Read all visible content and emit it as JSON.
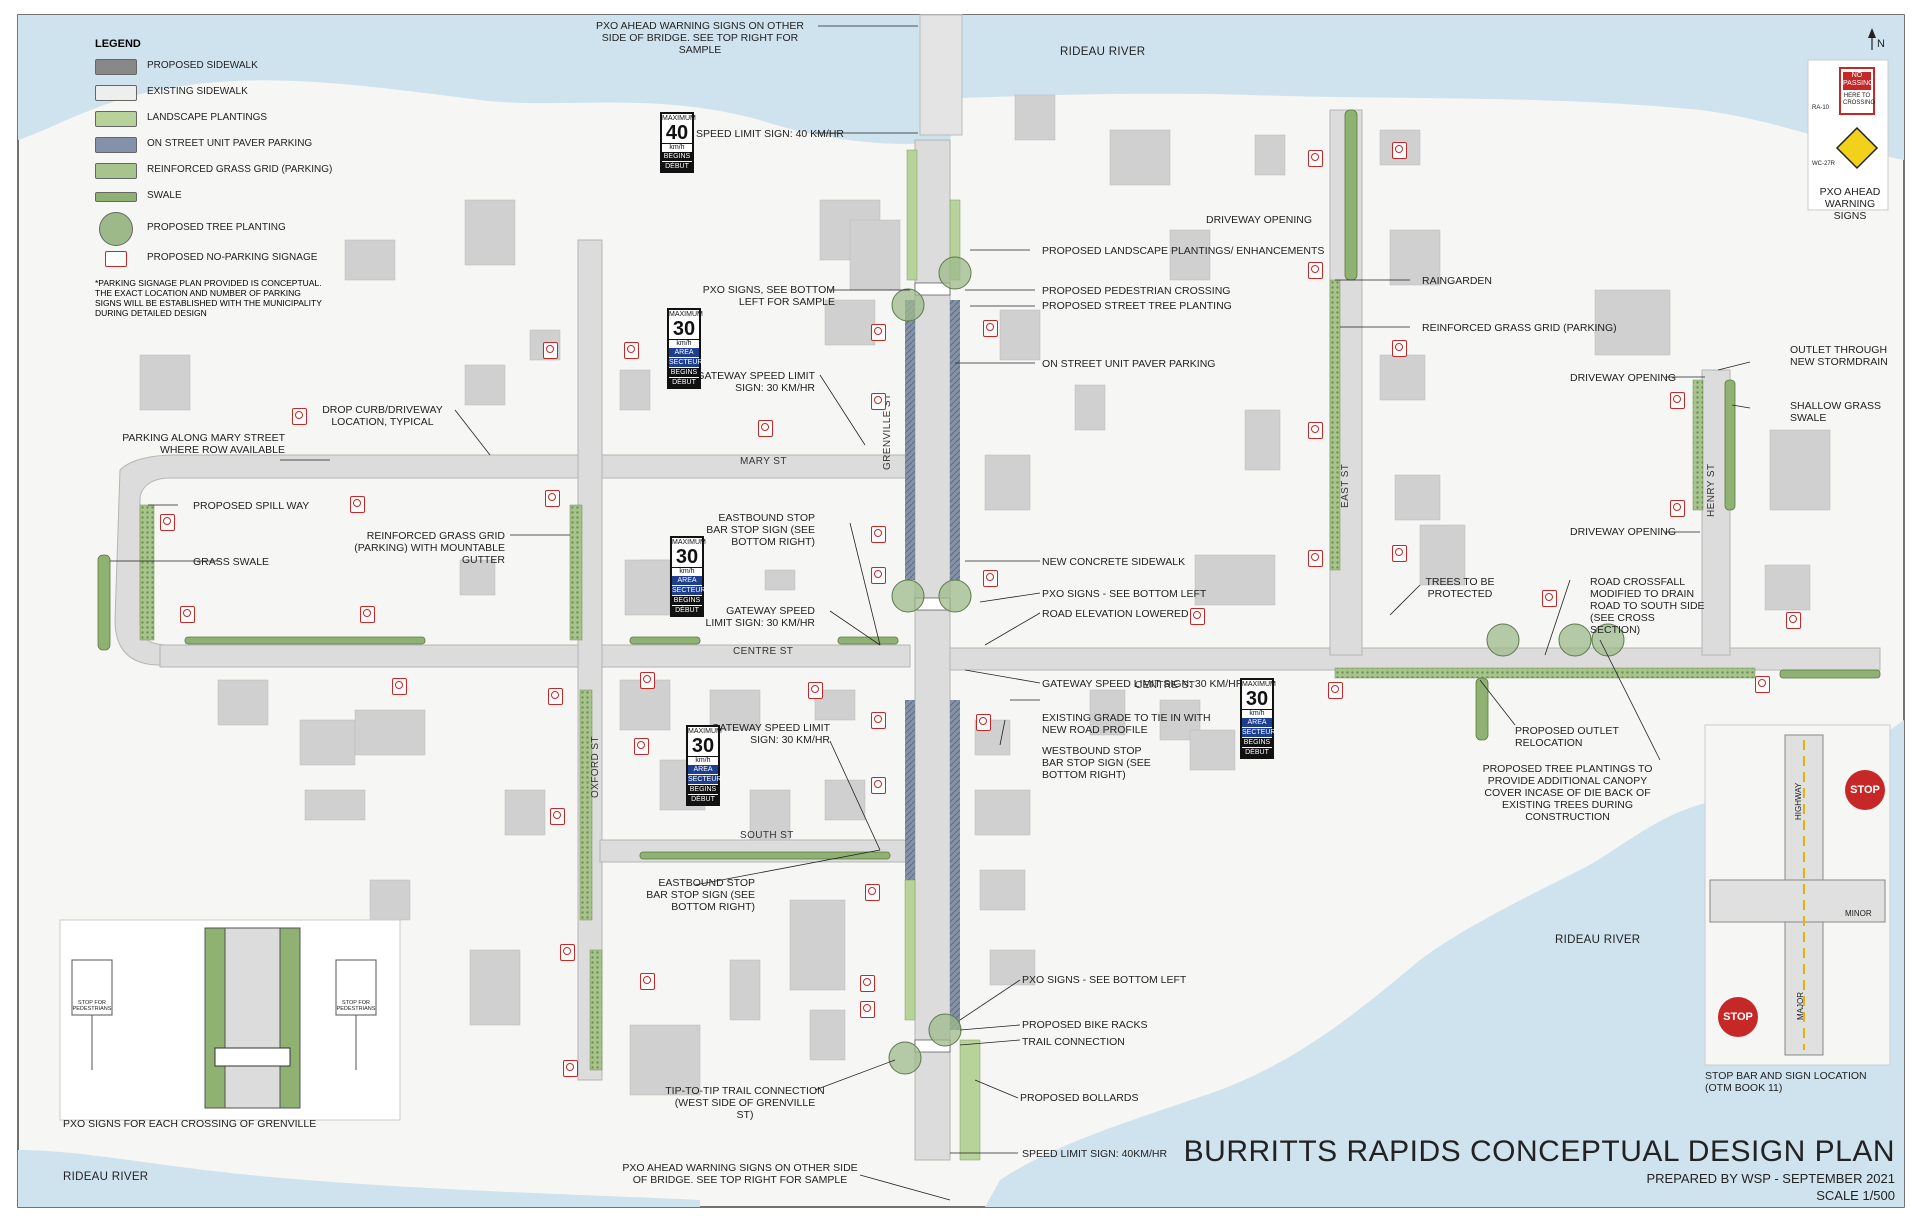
{
  "title": {
    "main": "BURRITTS RAPIDS CONCEPTUAL DESIGN PLAN",
    "prepared": "PREPARED BY WSP - SEPTEMBER 2021",
    "scale": "SCALE 1/500"
  },
  "north": "N",
  "legend": {
    "title": "LEGEND",
    "items": [
      "PROPOSED SIDEWALK",
      "EXISTING SIDEWALK",
      "LANDSCAPE PLANTINGS",
      "ON STREET UNIT PAVER PARKING",
      "REINFORCED GRASS GRID (PARKING)",
      "SWALE",
      "PROPOSED TREE PLANTING",
      "PROPOSED NO-PARKING SIGNAGE"
    ],
    "note": "*PARKING SIGNAGE PLAN PROVIDED IS CONCEPTUAL. THE EXACT LOCATION AND NUMBER OF PARKING SIGNS WILL BE ESTABLISHED WITH THE MUNICIPALITY DURING DETAILED DESIGN"
  },
  "rivers": [
    "RIDEAU RIVER",
    "RIDEAU RIVER",
    "RIDEAU RIVER"
  ],
  "streets": {
    "mary": "MARY ST",
    "centre_w": "CENTRE ST",
    "centre_e": "CENTRE ST",
    "south": "SOUTH ST",
    "grenville": "GRENVILLE ST",
    "oxford": "OXFORD ST",
    "east": "EAST ST",
    "henry": "HENRY ST"
  },
  "labels": {
    "pxo_top": "PXO AHEAD WARNING SIGNS ON OTHER SIDE OF BRIDGE. SEE TOP RIGHT FOR SAMPLE",
    "speed40": "SPEED LIMIT SIGN: 40 KM/HR",
    "driveway1": "DRIVEWAY OPENING",
    "landscape": "PROPOSED LANDSCAPE PLANTINGS/ ENHANCEMENTS",
    "pxo_signs_sample": "PXO SIGNS, SEE BOTTOM LEFT FOR SAMPLE",
    "ped_crossing": "PROPOSED PEDESTRIAN CROSSING",
    "street_tree": "PROPOSED STREET TREE PLANTING",
    "raingarden": "RAINGARDEN",
    "grass_grid_e": "REINFORCED GRASS GRID (PARKING)",
    "gateway_30_a": "GATEWAY SPEED LIMIT SIGN: 30 KM/HR",
    "paver_parking": "ON STREET UNIT PAVER PARKING",
    "outlet": "OUTLET THROUGH NEW STORMDRAIN",
    "driveway2": "DRIVEWAY OPENING",
    "shallow_swale": "SHALLOW GRASS SWALE",
    "drop_curb": "DROP CURB/DRIVEWAY LOCATION, TYPICAL",
    "parking_mary": "PARKING ALONG MARY STREET WHERE ROW AVAILABLE",
    "spill_way": "PROPOSED SPILL WAY",
    "eastbound1": "EASTBOUND STOP BAR STOP SIGN (SEE BOTTOM RIGHT)",
    "driveway3": "DRIVEWAY OPENING",
    "grass_grid_w": "REINFORCED GRASS GRID (PARKING) WITH MOUNTABLE GUTTER",
    "grass_swale": "GRASS SWALE",
    "new_sidewalk": "NEW CONCRETE SIDEWALK",
    "trees_protected": "TREES TO BE PROTECTED",
    "road_crossfall": "ROAD CROSSFALL MODIFIED TO DRAIN ROAD TO SOUTH SIDE (SEE CROSS SECTION)",
    "pxo_bottom_left1": "PXO SIGNS - SEE BOTTOM LEFT",
    "gateway_30_b": "GATEWAY SPEED LIMIT SIGN: 30 KM/HR",
    "road_elev": "ROAD ELEVATION LOWERED",
    "gateway_30_c": "GATEWAY SPEED LIMIT SIGN: 30 KM/HR",
    "existing_grade": "EXISTING GRADE TO TIE IN WITH NEW ROAD PROFILE",
    "westbound": "WESTBOUND STOP BAR STOP SIGN (SEE BOTTOM RIGHT)",
    "gateway_30_d": "GATEWAY SPEED LIMIT SIGN: 30 KM/HR",
    "outlet_reloc": "PROPOSED OUTLET RELOCATION",
    "tree_canopy": "PROPOSED TREE PLANTINGS TO PROVIDE ADDITIONAL CANOPY COVER INCASE OF DIE BACK OF EXISTING TREES DURING CONSTRUCTION",
    "eastbound2": "EASTBOUND STOP BAR STOP SIGN (SEE BOTTOM RIGHT)",
    "pxo_bottom_left2": "PXO SIGNS - SEE BOTTOM LEFT",
    "bike_racks": "PROPOSED BIKE RACKS",
    "trail_conn": "TRAIL CONNECTION",
    "tip_to_tip": "TIP-TO-TIP TRAIL CONNECTION (WEST SIDE OF GRENVILLE ST)",
    "bollards": "PROPOSED BOLLARDS",
    "pxo_bottom": "PXO AHEAD WARNING SIGNS ON OTHER SIDE OF BRIDGE. SEE TOP RIGHT FOR SAMPLE",
    "speed40_b": "SPEED LIMIT SIGN: 40KM/HR",
    "pxo_each": "PXO SIGNS FOR EACH CROSSING OF GRENVILLE",
    "pxo_ahead": "PXO AHEAD WARNING SIGNS",
    "stop_bar_loc": "STOP BAR AND SIGN LOCATION (OTM BOOK 11)"
  },
  "speed_signs": {
    "maximum": "MAXIMUM",
    "kmh": "km/h",
    "area": "AREA",
    "secteur": "SECTEUR",
    "begins": "BEGINS",
    "debut": "DÉBUT",
    "v40": "40",
    "v30": "30"
  },
  "inset_tr": {
    "no_passing": "NO PASSING",
    "here_to": "HERE TO CROSSING",
    "ra10": "Ra-10",
    "wc27": "Wc-27R"
  },
  "inset_br": {
    "stop": "STOP",
    "highway": "HIGHWAY",
    "minor": "MINOR",
    "major": "MAJOR"
  },
  "inset_bl": {
    "stop_for": "STOP FOR PEDESTRIANS"
  },
  "colors": {
    "water": "#cfe3ee",
    "land": "#f4f5f3",
    "road": "#dcdcdc",
    "green": "#8fb172",
    "paver": "#7f8ea3",
    "building": "#c9c9c9"
  }
}
